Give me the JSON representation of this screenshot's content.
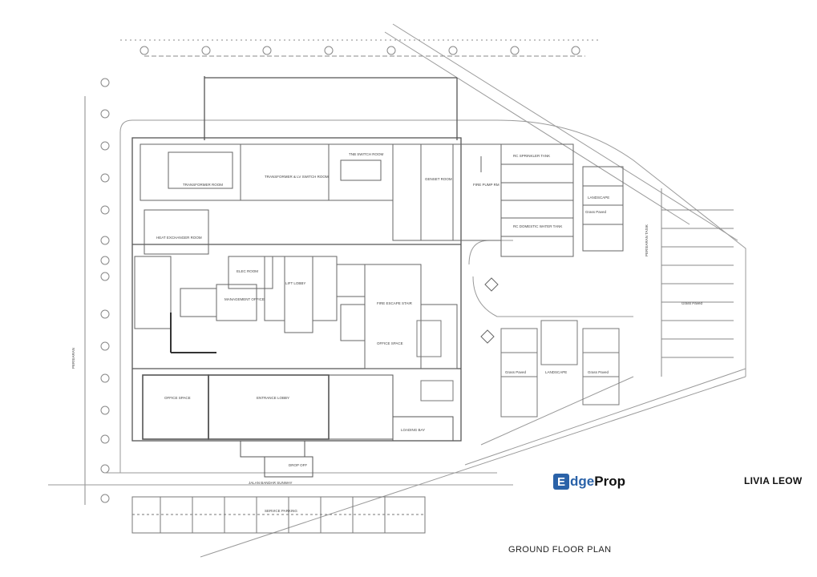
{
  "plan": {
    "title": "GROUND FLOOR PLAN",
    "rooms": [
      {
        "name": "transformer-room",
        "label": "TRANSFORMER ROOM"
      },
      {
        "name": "transformer-sw-room",
        "label": "TRANSFORMER & LV SWITCH ROOM"
      },
      {
        "name": "tnb-switch-room",
        "label": "TNB SWITCH ROOM"
      },
      {
        "name": "heat-exchanger-room",
        "label": "HEAT EXCHANGER ROOM"
      },
      {
        "name": "management-office",
        "label": "MANAGEMENT OFFICE"
      },
      {
        "name": "elec-room",
        "label": "ELEC ROOM"
      },
      {
        "name": "lift-lobby",
        "label": "LIFT LOBBY"
      },
      {
        "name": "fire-escape-stair",
        "label": "FIRE ESCAPE STAIR"
      },
      {
        "name": "office-space-left",
        "label": "OFFICE SPACE"
      },
      {
        "name": "office-space-right",
        "label": "OFFICE SPACE"
      },
      {
        "name": "entrance-lobby",
        "label": "ENTRANCE LOBBY"
      },
      {
        "name": "fire-pump-rm",
        "label": "FIRE PUMP RM"
      },
      {
        "name": "landscape-top",
        "label": "LANDSCAPE"
      },
      {
        "name": "landscape-mid",
        "label": "LANDSCAPE"
      },
      {
        "name": "drop-off",
        "label": "DROP OFF"
      },
      {
        "name": "service-parking",
        "label": "SERVICE PARKING"
      },
      {
        "name": "loading-bay",
        "label": "LOADING BAY"
      },
      {
        "name": "genset-room",
        "label": "GENSET ROOM"
      },
      {
        "name": "sprinkler-tank",
        "label": "RC SPRINKLER TANK"
      },
      {
        "name": "domestic-tank",
        "label": "RC DOMESTIC WATER TANK"
      }
    ],
    "grass_labels": [
      "Grass Paved",
      "Grass Paved",
      "Grass Paved",
      "Grass Paved"
    ],
    "road_label_bottom": "JALAN BANDAR SUNWAY",
    "road_label_left": "PERSIARAN",
    "road_label_right": "PERSIARAN TASIK"
  },
  "brand": {
    "icon_letter": "E",
    "name_part1": "dge",
    "name_part2": "Prop",
    "color": "#2a62a8"
  },
  "author": "LIVIA LEOW"
}
